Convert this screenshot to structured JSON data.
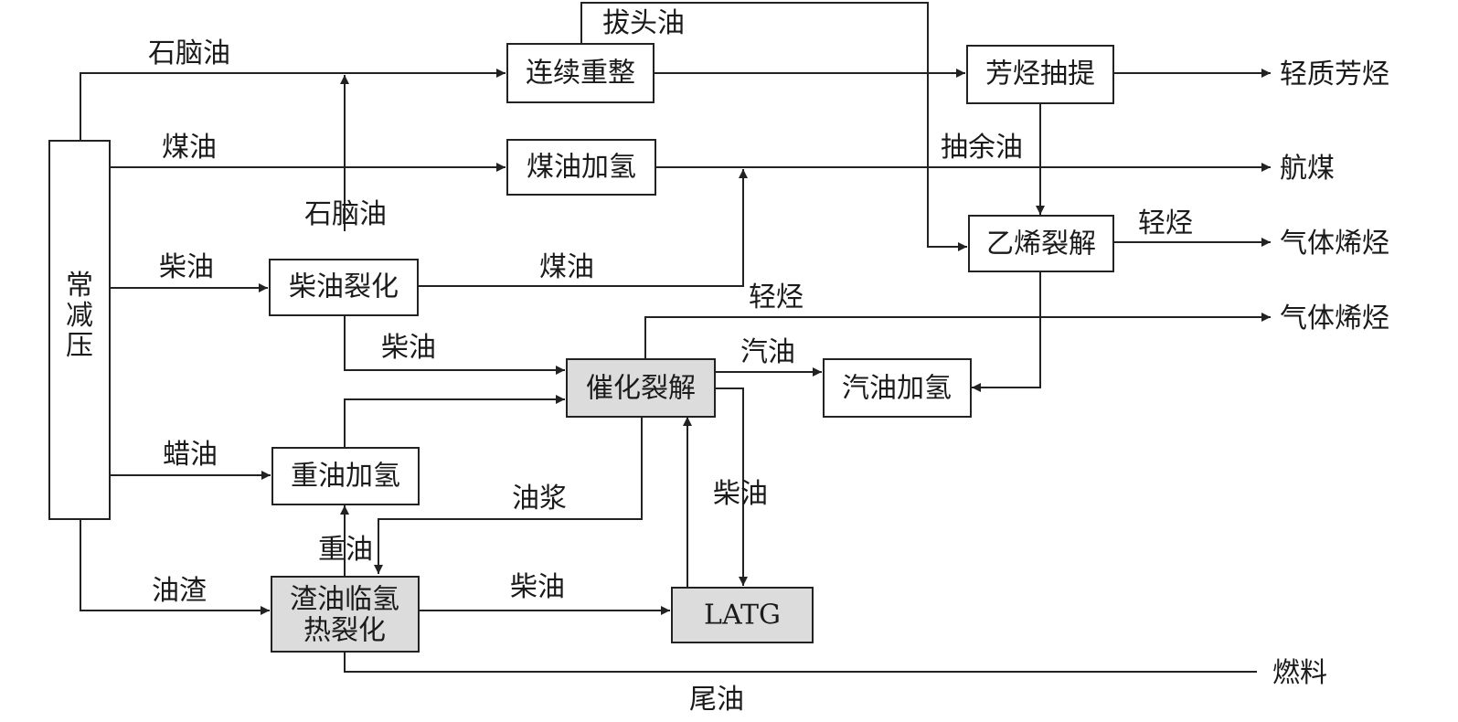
{
  "nodes": {
    "atm_vac": "常减压",
    "cont_reform": "连续重整",
    "aromatic_extraction": "芳烃抽提",
    "kerosene_hydro": "煤油加氢",
    "ethylene_cracking": "乙烯裂解",
    "diesel_cracking": "柴油裂化",
    "cat_cracking": "催化裂解",
    "gasoline_hydro": "汽油加氢",
    "heavy_oil_hydro": "重油加氢",
    "residue_hydrocracking_l1": "渣油临氢",
    "residue_hydrocracking_l2": "热裂化",
    "latg": "LATG"
  },
  "flows": {
    "naphtha_top": "石脑油",
    "topping_oil": "拔头油",
    "kerosene": "煤油",
    "diesel": "柴油",
    "naphtha_mid": "石脑油",
    "kerosene_mid": "煤油",
    "diesel_mid": "柴油",
    "light_hc_mid": "轻烃",
    "raffinate": "抽余油",
    "light_hc": "轻烃",
    "gasoline": "汽油",
    "wax_oil": "蜡油",
    "slurry": "油浆",
    "diesel_latg": "柴油",
    "heavy_oil": "重油",
    "residue": "油渣",
    "diesel_bottom": "柴油",
    "tail_oil": "尾油"
  },
  "products": {
    "light_aromatics": "轻质芳烃",
    "jet_fuel": "航煤",
    "gas_olefins_1": "气体烯烃",
    "gas_olefins_2": "气体烯烃",
    "fuel": "燃料"
  }
}
